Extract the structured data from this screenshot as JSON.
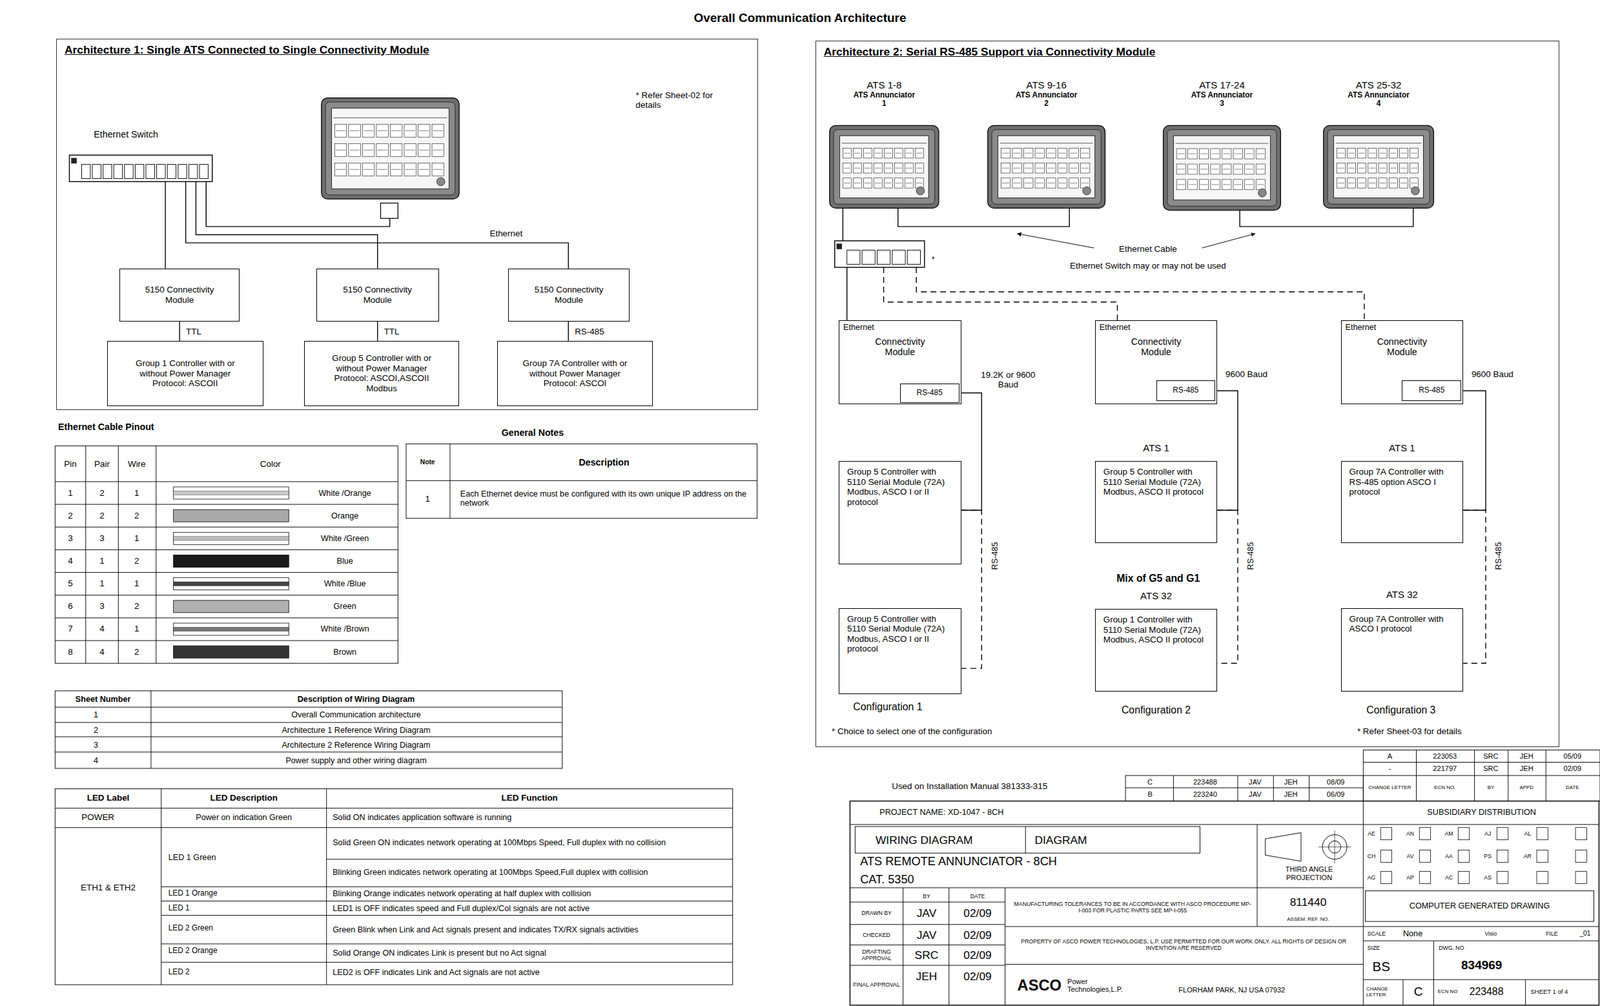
{
  "diagram": {
    "title": "Overall Communication Architecture",
    "nodes": [
      {
        "text": [
          "Architecture 1: Single ATS Connected to Single Connectivity Module"
        ]
      },
      {
        "text": [
          "Ethernet Switch"
        ],
        "in": 0
      },
      {
        "text": [
          "5150 Connectivity Module"
        ],
        "in": 0
      },
      {
        "text": [
          "5150 Connectivity Module"
        ],
        "in": 0
      },
      {
        "text": [
          "5150 Connectivity Module"
        ],
        "in": 0
      },
      {
        "text": [
          "Group 1 Controller with or without Power Manager Protocol: ASCOII"
        ],
        "in": 0
      },
      {
        "text": [
          "Group 5 Controller with or without Power Manager Protocol: ASCOI,ASCOII Modbus"
        ],
        "in": 0
      },
      {
        "text": [
          "Group 7A Controller with or without Power Manager Protocol: ASCOI"
        ],
        "in": 0
      },
      {
        "text": [
          "Architecture 2: Serial RS-485 Support via Connectivity Module"
        ]
      },
      {
        "text": [
          "ATS 1-8",
          "ATS Annunciator 1"
        ],
        "in": 8
      },
      {
        "text": [
          "ATS 9-16",
          "ATS Annunciator 2"
        ],
        "in": 8
      },
      {
        "text": [
          "ATS 17-24",
          "ATS Annunciator 3"
        ],
        "in": 8
      },
      {
        "text": [
          "ATS 25-32",
          "ATS Annunciator 4"
        ],
        "in": 8
      },
      {
        "text": [
          "*"
        ],
        "in": 8
      },
      {
        "text": [
          "Ethernet",
          "Connectivity Module"
        ],
        "in": 8
      },
      {
        "text": [
          "RS-485"
        ],
        "in": 14
      },
      {
        "text": [
          "Ethernet",
          "Connectivity Module"
        ],
        "in": 8
      },
      {
        "text": [
          "RS-485"
        ],
        "in": 16
      },
      {
        "text": [
          "Ethernet",
          "Connectivity Module"
        ],
        "in": 8
      },
      {
        "text": [
          "RS-485"
        ],
        "in": 18
      },
      {
        "text": [
          "Group 5 Controller with 5110 Serial Module (72A) Modbus, ASCO I or II protocol"
        ],
        "in": 8
      },
      {
        "text": [
          "Group 5 Controller with 5110 Serial Module (72A) Modbus, ASCO I or II protocol"
        ],
        "in": 8
      },
      {
        "text": [
          "ATS 1",
          "Group 5 Controller with 5110 Serial Module (72A) Modbus, ASCO II protocol"
        ],
        "in": 8
      },
      {
        "text": [
          "ATS 32",
          "Group 1 Controller with 5110 Serial Module (72A) Modbus, ASCO II protocol"
        ],
        "in": 8
      },
      {
        "text": [
          "ATS 1",
          "Group 7A Controller with RS-485 option ASCO I protocol"
        ],
        "in": 8
      },
      {
        "text": [
          "ATS 32",
          "Group 7A Controller with ASCO I protocol"
        ],
        "in": 8
      }
    ],
    "edges": [
      {
        "from": 1,
        "to": 2,
        "arrow": "none"
      },
      {
        "from": 1,
        "to": 3,
        "arrow": "none"
      },
      {
        "from": 1,
        "to": 4,
        "label": "Ethernet",
        "arrow": "none"
      },
      {
        "from": 2,
        "to": 5,
        "label": "TTL",
        "arrow": "none"
      },
      {
        "from": 3,
        "to": 6,
        "label": "TTL",
        "arrow": "none"
      },
      {
        "from": 4,
        "to": 7,
        "label": "RS-485",
        "arrow": "none"
      },
      {
        "from": 9,
        "to": 10,
        "arrow": "none"
      },
      {
        "from": 11,
        "to": 12,
        "arrow": "none"
      },
      {
        "from": 9,
        "to": 13,
        "arrow": "none"
      },
      {
        "from": 13,
        "to": 14,
        "arrow": "none"
      },
      {
        "from": 13,
        "to": 16,
        "arrow": "none"
      },
      {
        "from": 13,
        "to": 18,
        "arrow": "none"
      },
      {
        "from": 15,
        "to": 20,
        "arrow": "none"
      },
      {
        "from": 20,
        "to": 21,
        "label": "RS-485",
        "arrow": "none"
      },
      {
        "from": 17,
        "to": 22,
        "arrow": "none"
      },
      {
        "from": 22,
        "to": 23,
        "label": "RS-485",
        "arrow": "none"
      },
      {
        "from": 19,
        "to": 24,
        "arrow": "none"
      },
      {
        "from": 24,
        "to": 25,
        "label": "RS-485",
        "arrow": "none"
      }
    ],
    "labels": [
      "* Refer Sheet-02 for details",
      "Ethernet Cable",
      "Ethernet Switch may or may not be used",
      "19.2K or 9600 Baud",
      "9600 Baud",
      "9600 Baud",
      "Mix of G5 and G1",
      "Configuration 1",
      "Configuration 2",
      "Configuration 3",
      "* Choice to select one of the configuration",
      "* Refer Sheet-03 for details",
      "Ethernet Cable Pinout",
      "Pin",
      "Pair",
      "Wire",
      "Color",
      "1",
      "2",
      "1",
      "White /Orange",
      "2",
      "2",
      "2",
      "Orange",
      "3",
      "3",
      "1",
      "White /Green",
      "4",
      "1",
      "2",
      "Blue",
      "5",
      "1",
      "1",
      "White /Blue",
      "6",
      "3",
      "2",
      "Green",
      "7",
      "4",
      "1",
      "White /Brown",
      "8",
      "4",
      "2",
      "Brown",
      "General Notes",
      "Note",
      "Description",
      "1",
      "Each Ethernet device must be configured with its own unique IP address on the network",
      "Sheet Number",
      "Description of Wiring Diagram",
      "1",
      "Overall Communication architecture",
      "2",
      "Architecture 1 Reference Wiring Diagram",
      "3",
      "Architecture 2 Reference Wiring Diagram",
      "4",
      "Power supply and other wiring diagram",
      "LED Label",
      "LED Description",
      "LED Function",
      "POWER",
      "Power on indication Green",
      "Solid ON indicates application software is running",
      "ETH1 & ETH2",
      "LED 1 Green",
      "Solid Green ON indicates network operating at 100Mbps Speed, Full duplex with no collision",
      "Blinking Green indicates network operating at 100Mbps Speed,Full duplex with collision",
      "LED 1 Orange",
      "Blinking Orange indicates network operating at half duplex with collision",
      "LED 1",
      "LED1 is OFF indicates speed and Full duplex/Col signals are not active",
      "LED 2 Green",
      "Green Blink when Link and Act signals present and indicates TX/RX signals activities",
      "LED 2 Orange",
      "Solid Orange ON indicates Link is present but no Act signal",
      "LED 2",
      "LED2 is OFF indicates Link and Act signals are not active",
      "Used on Installation Manual 381333-315",
      "C",
      "223488",
      "JAV",
      "JEH",
      "08/09",
      "B",
      "223240",
      "JAV",
      "JEH",
      "06/09",
      "A",
      "223053",
      "SRC",
      "JEH",
      "05/09",
      "-",
      "221797",
      "SRC",
      "JEH",
      "02/09",
      "CHANGE LETTER",
      "ECN NO.",
      "BY",
      "APPD",
      "DATE",
      "PROJECT NAME: XD-1047 - 8CH",
      "SUBSIDIARY DISTRIBUTION",
      "WIRING DIAGRAM",
      "DIAGRAM",
      "ATS REMOTE ANNUNCIATOR - 8CH",
      "CAT. 5350",
      "THIRD ANGLE PROJECTION",
      "AE",
      "AN",
      "AM",
      "AJ",
      "AL",
      "CH",
      "AV",
      "AA",
      "PS",
      "AR",
      "AG",
      "AP",
      "AC",
      "AS",
      "BY",
      "DATE",
      "DRAWN BY",
      "JAV",
      "02/09",
      "CHECKED",
      "JAV",
      "02/09",
      "DRAFTING APPROVAL",
      "SRC",
      "02/09",
      "FINAL APPROVAL",
      "JEH",
      "02/09",
      "MANUFACTURING TOLERANCES TO BE IN ACCORDANCE WITH ASCO PROCEDURE MP-I-003 FOR PLASTIC PARTS SEE MP-I-055",
      "811440",
      "ASSEM. REF. NO.",
      "COMPUTER GENERATED DRAWING",
      "PROPERTY OF ASCO POWER TECHNOLOGIES, L.P. USE PERMITTED FOR OUR WORK ONLY. ALL RIGHTS OF DESIGN OR INVENTION ARE RESERVED",
      "SCALE",
      "None",
      "Visio",
      "FILE",
      "_01",
      "SIZE",
      "BS",
      "DWG. NO",
      "834969",
      "ASCO",
      "Power Technologies,L.P.",
      "FLORHAM PARK, NJ USA 07932",
      "CHANGE LETTER",
      "C",
      "ECN NO",
      "223488",
      "SHEET 1 of 4"
    ]
  }
}
